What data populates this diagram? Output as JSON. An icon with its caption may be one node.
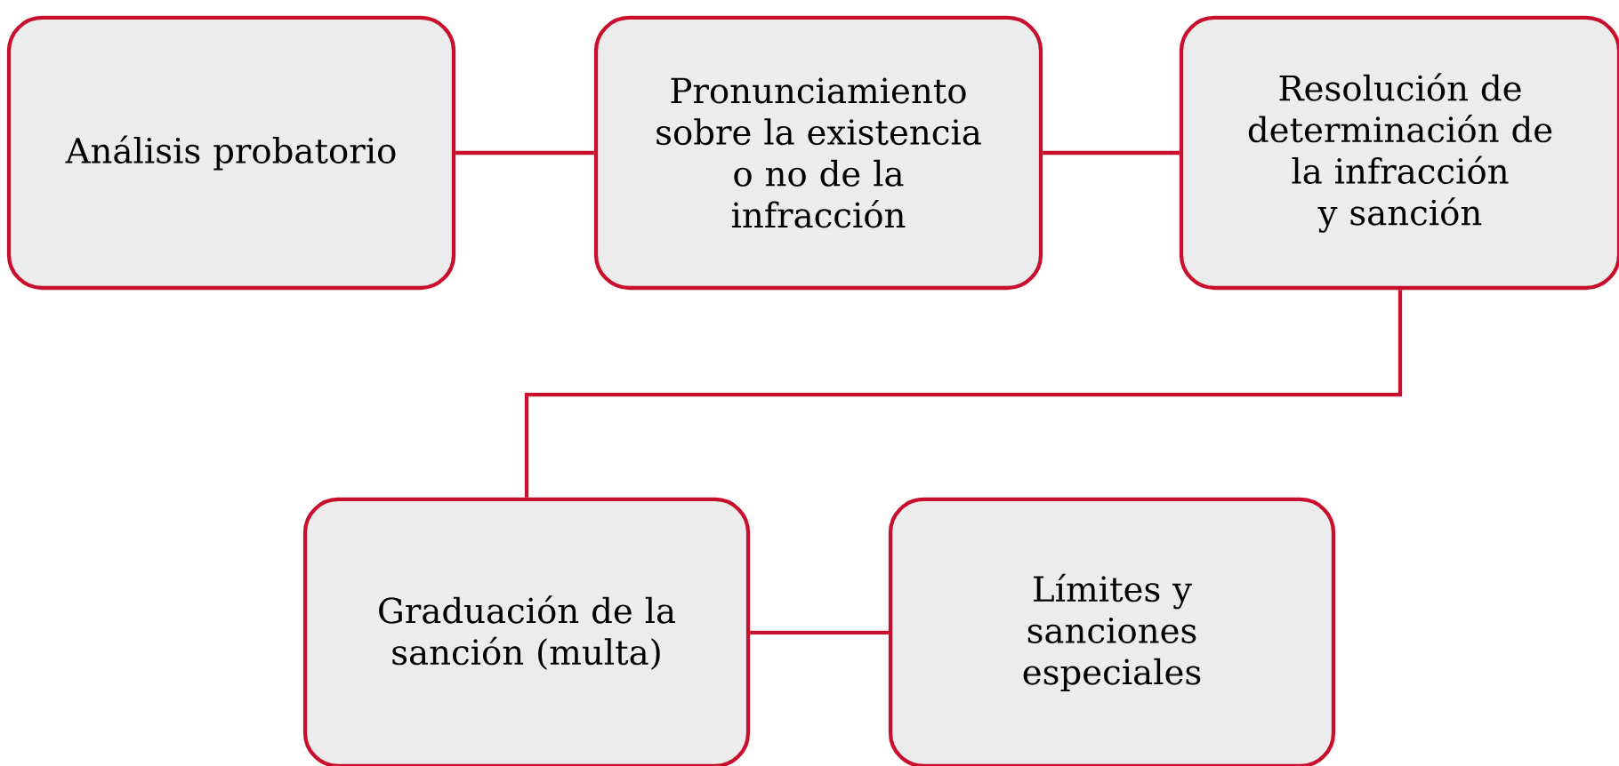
{
  "diagram": {
    "nodes": [
      {
        "text": [
          "Análisis probatorio"
        ]
      },
      {
        "text": [
          "Pronunciamiento sobre la existencia o no de la infracción"
        ]
      },
      {
        "text": [
          "Resolución de determinación de la infracción y sanción"
        ]
      },
      {
        "text": [
          "Graduación de la sanción (multa)"
        ]
      },
      {
        "text": [
          "Límites y sanciones especiales"
        ]
      }
    ],
    "edges": [
      {
        "from": 0,
        "to": 1,
        "arrow": "none"
      },
      {
        "from": 1,
        "to": 2,
        "arrow": "none"
      },
      {
        "from": 2,
        "to": 3,
        "arrow": "none"
      },
      {
        "from": 3,
        "to": 4,
        "arrow": "none"
      }
    ]
  }
}
